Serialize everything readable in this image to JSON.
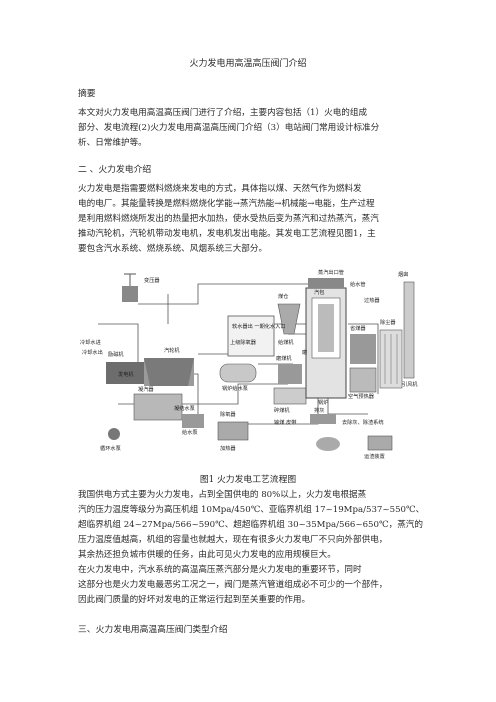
{
  "title": "火力发电用高温高压阀门介绍",
  "abstract_heading": "摘要",
  "abstract_lines": [
    "    本文对火力发电用高温高压阀门进行了介绍，主要内容包括（1）火电的组成",
    "部分、发电流程(2)火力发电用高温高压阀门介绍（3）电站阀门常用设计标准分",
    "析、日常维护等。"
  ],
  "section1_heading": "二 、火力发电介绍",
  "section1_lines": [
    "    火力发电是指需要燃料燃烧来发电的方式，具体指以煤、天然气作为燃料发",
    "电的电厂。其能量转换是燃料燃烧化学能→蒸汽热能→机械能→电能，生产过程",
    "是利用燃料燃烧所发出的热量把水加热，使水受热后变为蒸汽和过热蒸汽，蒸汽",
    "推动汽轮机，汽轮机带动发电机，发电机发出电能。其发电工艺流程见图1，主",
    "要包含汽水系统、燃烧系统、风烟系统三大部分。"
  ],
  "figure": {
    "caption": "图1 火力发电工艺流程图",
    "labels": {
      "steam_outlet": "蒸汽出口管",
      "feedwater": "给水管",
      "superheater": "过热器",
      "chimney": "烟囱",
      "transformer": "变压器",
      "boiler": "锅炉",
      "coal_bunker": "煤仓",
      "turbine": "汽轮机",
      "generator": "发电机",
      "exciter": "励磁机",
      "condenser": "凝汽器",
      "cooling_water_in": "冷却水进",
      "cooling_water_out": "冷却水出",
      "circ_pump": "循环水泵",
      "condensate_pump": "凝结水泵",
      "heater": "加热器",
      "deaerator": "除氧器",
      "feed_pump": "给水泵",
      "softened_water": "软水器出 一期化水入口",
      "deaerator_tank": "上级除氧器",
      "boiler_feed_pump": "锅炉给水泵",
      "economizer": "省煤器",
      "air_preheater": "空气预热器",
      "precipitator": "除尘器",
      "fan": "引风机",
      "ash": "排灰",
      "coal_mill": "磨煤机",
      "crusher": "碎煤机",
      "ash_slag": "去除灰、除渣系统",
      "transport": "运渣装置",
      "grinding": "磨",
      "coal_feed": "给煤机",
      "feed_conveyor": "输煤 皮带",
      "steam_drum": "汽包"
    }
  },
  "para2_lines": [
    "    我国供电方式主要为火力发电，占到全国供电的 80%以上，火力发电根据蒸",
    "汽的压力温度等级分为高压机组 10Mpa/450℃、亚临界机组 17~19Mpa/537~550℃、",
    "超临界机组 24~27Mpa/566~590℃、超超临界机组 30~35Mpa/566~650℃，蒸汽的",
    "压力温度值越高，机组的容量也就越大，现在有很多火力发电厂不只向外部供电，",
    "其余热还担负城市供暖的任务，由此可见火力发电的应用规模巨大。",
    "    在火力发电中，汽水系统的高温高压蒸汽部分是火力发电的重要环节，同时",
    "这部分也是火力发电最恶劣工况之一，阀门是蒸汽管道组成必不可少的一个部件，",
    "因此阀门质量的好坏对发电的正常运行起到至关重要的作用。"
  ],
  "section2_heading": "三、火力发电用高温高压阀门类型介绍"
}
